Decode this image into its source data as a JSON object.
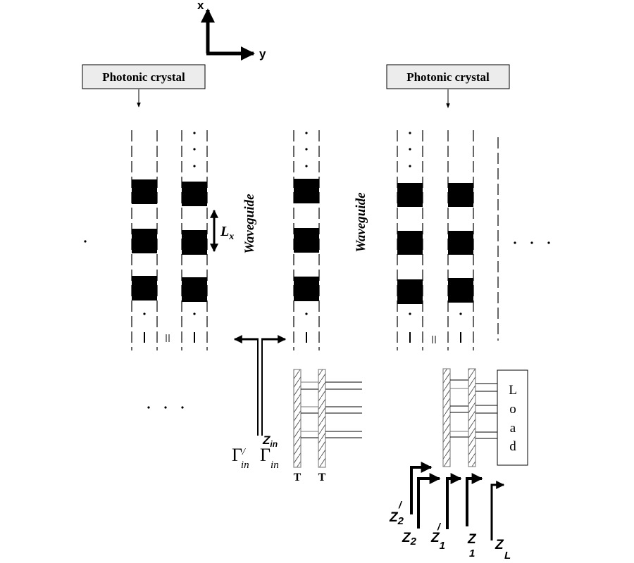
{
  "axes": {
    "x_label": "x",
    "y_label": "y"
  },
  "photonic_crystal_labels": [
    {
      "text": "Photonic crystal"
    },
    {
      "text": "Photonic crystal"
    }
  ],
  "waveguide_labels": [
    {
      "text": "Waveguide"
    },
    {
      "text": "Waveguide"
    }
  ],
  "period_label": {
    "main": "L",
    "sub": "x"
  },
  "ellipsis": {
    "text": "· · ·"
  },
  "gamma_labels": {
    "gamma_in_prime": {
      "main": "Γ",
      "sup": "/",
      "sub": "in"
    },
    "gamma_in": {
      "main": "Γ",
      "sub": "in"
    },
    "z_in": {
      "main": "Z",
      "sub": "in"
    }
  },
  "transmission_line_labels": {
    "t1": "T",
    "t2": "T"
  },
  "load": {
    "letters": [
      "L",
      "o",
      "a",
      "d"
    ]
  },
  "impedance_labels": [
    {
      "main": "Z",
      "sub": "2",
      "sup": "/"
    },
    {
      "main": "Z",
      "sub": "2",
      "sup": ""
    },
    {
      "main": "Z",
      "sub": "1",
      "sup": "/"
    },
    {
      "main": "Z",
      "sub": "1",
      "sup": ""
    },
    {
      "main": "Z",
      "sub": "L",
      "sup": ""
    }
  ],
  "colors": {
    "ink": "#000000",
    "box_fill": "#ececec",
    "hatch": "#9a9a9a"
  }
}
